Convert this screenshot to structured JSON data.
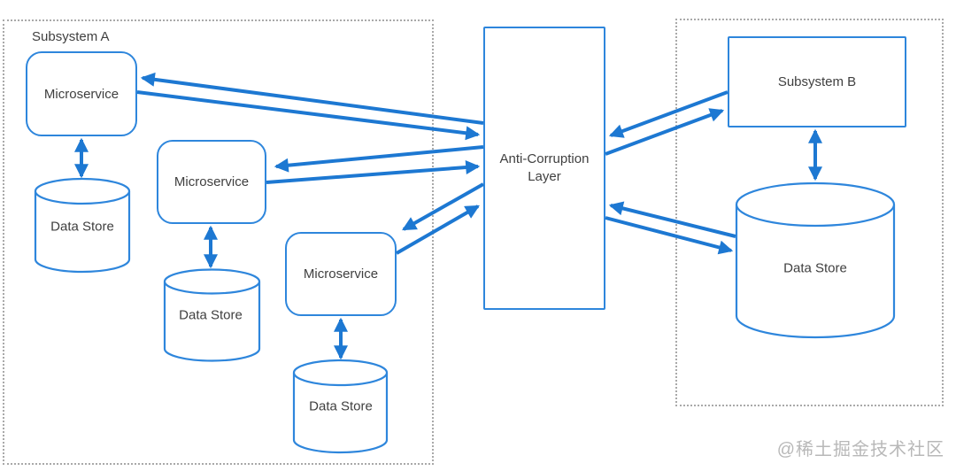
{
  "diagram": {
    "containers": {
      "subsystem_a": {
        "label": "Subsystem A"
      },
      "subsystem_b": {}
    },
    "nodes": {
      "microservice_1": {
        "label": "Microservice",
        "shape": "rounded-rect"
      },
      "microservice_2": {
        "label": "Microservice",
        "shape": "rounded-rect"
      },
      "microservice_3": {
        "label": "Microservice",
        "shape": "rounded-rect"
      },
      "data_store_1": {
        "label": "Data Store",
        "shape": "cylinder"
      },
      "data_store_2": {
        "label": "Data Store",
        "shape": "cylinder"
      },
      "data_store_3": {
        "label": "Data Store",
        "shape": "cylinder"
      },
      "anti_corruption_layer": {
        "label": "Anti-Corruption Layer",
        "label_lines": [
          "Anti-Corruption",
          "Layer"
        ],
        "shape": "rect"
      },
      "subsystem_b_box": {
        "label": "Subsystem B",
        "shape": "rect"
      },
      "data_store_b": {
        "label": "Data Store",
        "shape": "cylinder"
      }
    },
    "edges": [
      {
        "from": "anti_corruption_layer",
        "to": "microservice_1",
        "arrow": "single"
      },
      {
        "from": "microservice_1",
        "to": "anti_corruption_layer",
        "arrow": "single"
      },
      {
        "from": "anti_corruption_layer",
        "to": "microservice_2",
        "arrow": "single"
      },
      {
        "from": "microservice_2",
        "to": "anti_corruption_layer",
        "arrow": "single"
      },
      {
        "from": "anti_corruption_layer",
        "to": "microservice_3",
        "arrow": "single"
      },
      {
        "from": "microservice_3",
        "to": "anti_corruption_layer",
        "arrow": "single"
      },
      {
        "from": "subsystem_b_box",
        "to": "anti_corruption_layer",
        "arrow": "single"
      },
      {
        "from": "anti_corruption_layer",
        "to": "subsystem_b_box",
        "arrow": "single"
      },
      {
        "from": "data_store_b",
        "to": "anti_corruption_layer",
        "arrow": "single"
      },
      {
        "from": "anti_corruption_layer",
        "to": "data_store_b",
        "arrow": "single"
      },
      {
        "from": "microservice_1",
        "to": "data_store_1",
        "arrow": "double"
      },
      {
        "from": "microservice_2",
        "to": "data_store_2",
        "arrow": "double"
      },
      {
        "from": "microservice_3",
        "to": "data_store_3",
        "arrow": "double"
      },
      {
        "from": "subsystem_b_box",
        "to": "data_store_b",
        "arrow": "double"
      }
    ]
  },
  "watermark": {
    "text": "@稀土掘金技术社区"
  },
  "colors": {
    "shape_border": "#2e86dc",
    "arrow": "#1d78d2",
    "text": "#3f3f3f",
    "container_border": "#a9a9a9",
    "watermark": "#b8b8b8",
    "background": "#ffffff"
  }
}
